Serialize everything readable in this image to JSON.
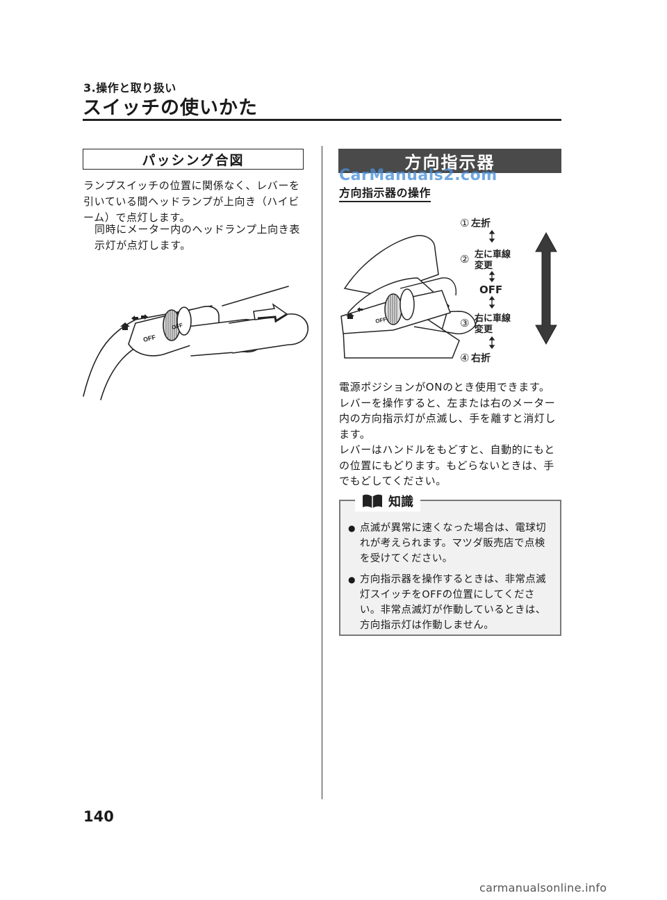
{
  "header": {
    "chapter": "3.操作と取り扱い",
    "section_title": "スイッチの使いかた"
  },
  "passing": {
    "title": "パッシング合図",
    "p1": "ランプスイッチの位置に関係なく、レバーを引いている間ヘッドランプが上向き（ハイビーム）で点灯します。",
    "p2": "同時にメーター内のヘッドランプ上向き表示灯が点灯します。",
    "figure": {
      "off_label": "OFF"
    }
  },
  "turn": {
    "banner": "方向指示器",
    "watermark": "CarManuals2.com",
    "subheading": "方向指示器の操作",
    "figure": {
      "labels": {
        "n1": "①",
        "l1": "左折",
        "n2": "②",
        "l2a": "左に車線",
        "l2b": "変更",
        "off": "OFF",
        "n3": "③",
        "l3a": "右に車線",
        "l3b": "変更",
        "n4": "④",
        "l4": "右折"
      }
    },
    "p1": "電源ポジションがONのとき使用できます。",
    "p2": "レバーを操作すると、左または右のメーター内の方向指示灯が点滅し、手を離すと消灯します。",
    "p3": "レバーはハンドルをもどすと、自動的にもとの位置にもどります。もどらないときは、手でもどしてください。"
  },
  "knowledge": {
    "title": "知識",
    "items": [
      "点滅が異常に速くなった場合は、電球切れが考えられます。マツダ販売店で点検を受けてください。",
      "方向指示器を操作するときは、非常点滅灯スイッチをOFFの位置にしてください。非常点滅灯が作動しているときは、方向指示灯は作動しません。"
    ],
    "bullet": "●"
  },
  "page_number": "140",
  "footer": "carmanualsonline.info"
}
